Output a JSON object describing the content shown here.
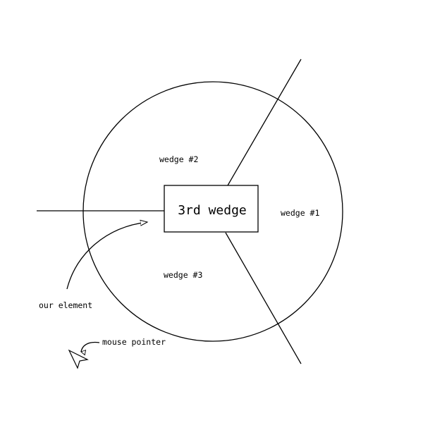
{
  "diagram": {
    "center_box_label": "3rd wedge",
    "wedges": [
      {
        "label": "wedge #1"
      },
      {
        "label": "wedge #2"
      },
      {
        "label": "wedge #3"
      }
    ],
    "annotations": {
      "element_label": "our element",
      "pointer_label": "mouse pointer"
    },
    "icons": {
      "pointer": "mouse-pointer-icon"
    },
    "colors": {
      "ink": "#000000",
      "background": "#ffffff"
    }
  }
}
